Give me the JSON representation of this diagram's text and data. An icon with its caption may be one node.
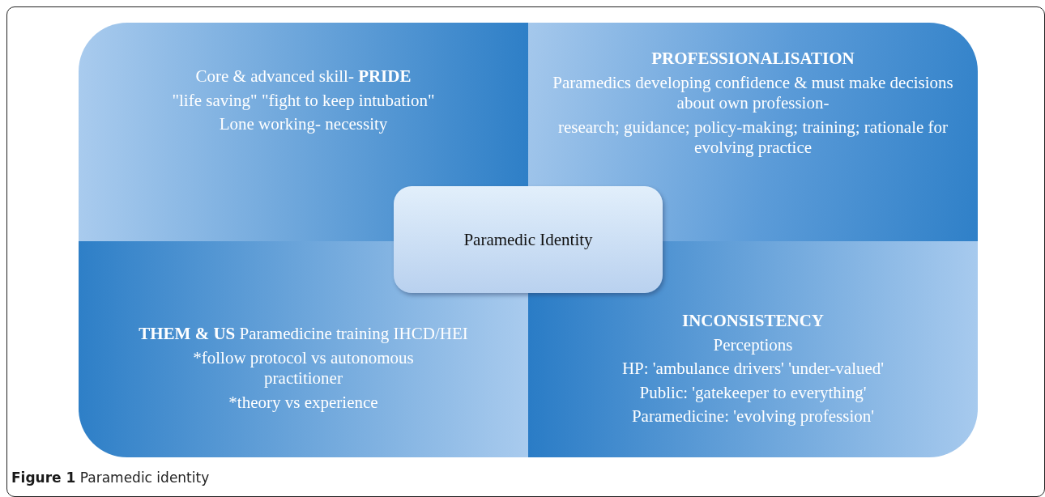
{
  "diagram": {
    "caption": "**Figure 1** Paramedic identity",
    "nodes": [
      {
        "text": [
          "Core & advanced skill- **PRIDE**",
          "\"life saving\" \"fight to keep intubation\"",
          "Lone working- necessity"
        ]
      },
      {
        "text": [
          "PROFESSIONALISATION",
          "Paramedics developing confidence & must make decisions about own profession-",
          "research; guidance; policy-making; training; rationale for evolving practice"
        ]
      },
      {
        "text": [
          "**THEM & US** Paramedicine training IHCD/HEI",
          "*follow protocol vs autonomous practitioner",
          "*theory vs experience"
        ]
      },
      {
        "text": [
          "INCONSISTENCY",
          "Perceptions",
          "HP: 'ambulance drivers' 'under-valued'",
          "Public: 'gatekeeper to everything'",
          "Paramedicine: 'evolving profession'"
        ]
      },
      {
        "text": [
          "Paramedic Identity"
        ]
      }
    ],
    "edges": []
  }
}
